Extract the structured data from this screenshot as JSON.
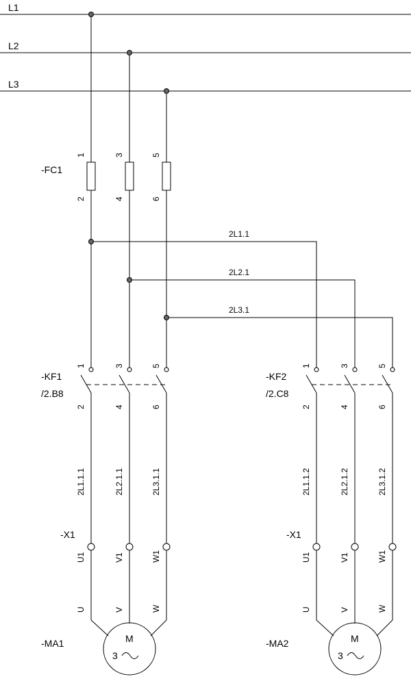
{
  "buses": [
    "L1",
    "L2",
    "L3"
  ],
  "fuse": {
    "tag": "-FC1",
    "top_pins": [
      "1",
      "3",
      "5"
    ],
    "bottom_pins": [
      "2",
      "4",
      "6"
    ]
  },
  "branch_wires": [
    "2L1.1",
    "2L2.1",
    "2L3.1"
  ],
  "contactors": [
    {
      "tag": "-KF1",
      "ref": "/2.B8",
      "top_pins": [
        "1",
        "3",
        "5"
      ],
      "bottom_pins": [
        "2",
        "4",
        "6"
      ],
      "wires": [
        "2L1.1.1",
        "2L2.1.1",
        "2L3.1.1"
      ]
    },
    {
      "tag": "-KF2",
      "ref": "/2.C8",
      "top_pins": [
        "1",
        "3",
        "5"
      ],
      "bottom_pins": [
        "2",
        "4",
        "6"
      ],
      "wires": [
        "2L1.1.2",
        "2L2.1.2",
        "2L3.1.2"
      ]
    }
  ],
  "terminal_strip": {
    "tag": "-X1",
    "terminals": [
      "U1",
      "V1",
      "W1"
    ]
  },
  "motors": [
    {
      "tag": "-MA1",
      "symbol": "M",
      "phases": "3",
      "terminals": [
        "U",
        "V",
        "W"
      ]
    },
    {
      "tag": "-MA2",
      "symbol": "M",
      "phases": "3",
      "terminals": [
        "U",
        "V",
        "W"
      ]
    }
  ]
}
